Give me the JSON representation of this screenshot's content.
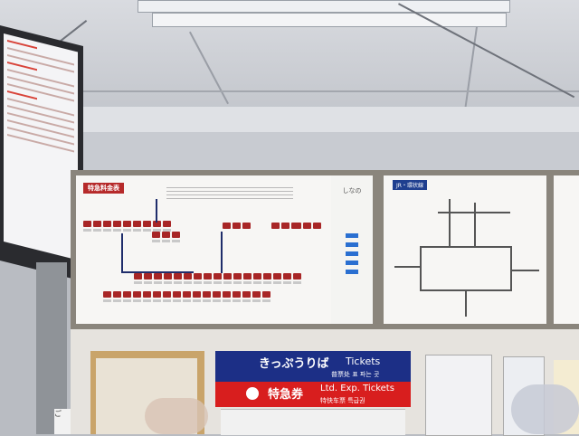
{
  "fare_board": {
    "title": "特急料金表",
    "logo_text": "しなの"
  },
  "route_map": {
    "title": "JR・環状線"
  },
  "ticket_sign": {
    "top_main": "きっぷうりば",
    "top_english": "Tickets",
    "top_small": "普票处  표 파는 곳",
    "bottom_main": "特急券",
    "bottom_english": "Ltd. Exp. Tickets",
    "bottom_small": "特快车票  특급권"
  },
  "pillar_sign": "ご",
  "colors": {
    "sign_blue": "#1c2f86",
    "sign_red": "#d81e1e",
    "fare_red": "#a82626",
    "map_title_blue": "#1f3f8f"
  }
}
